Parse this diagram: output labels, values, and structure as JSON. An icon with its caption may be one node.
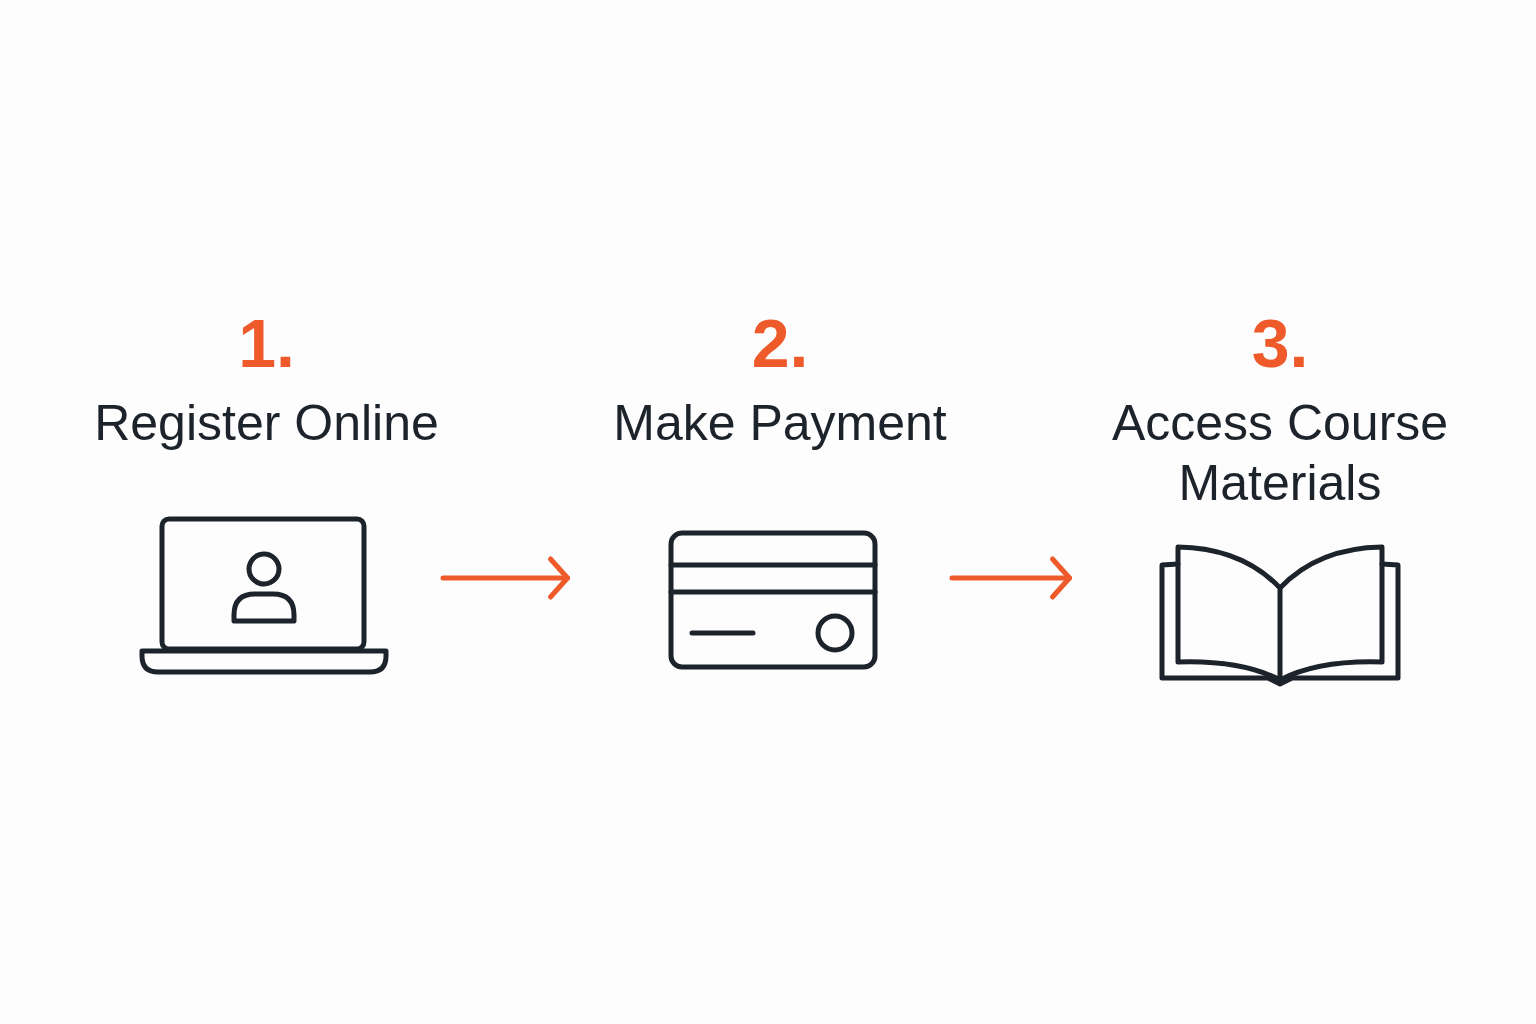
{
  "diagram": {
    "nodes": [
      {
        "text": [
          "1.",
          "Register Online"
        ]
      },
      {
        "text": [
          "2.",
          "Make Payment"
        ]
      },
      {
        "text": [
          "3.",
          "Access Course Materials"
        ]
      }
    ],
    "edges": [
      {
        "from": 0,
        "to": 1,
        "arrow": "to"
      },
      {
        "from": 1,
        "to": 2,
        "arrow": "to"
      }
    ]
  }
}
